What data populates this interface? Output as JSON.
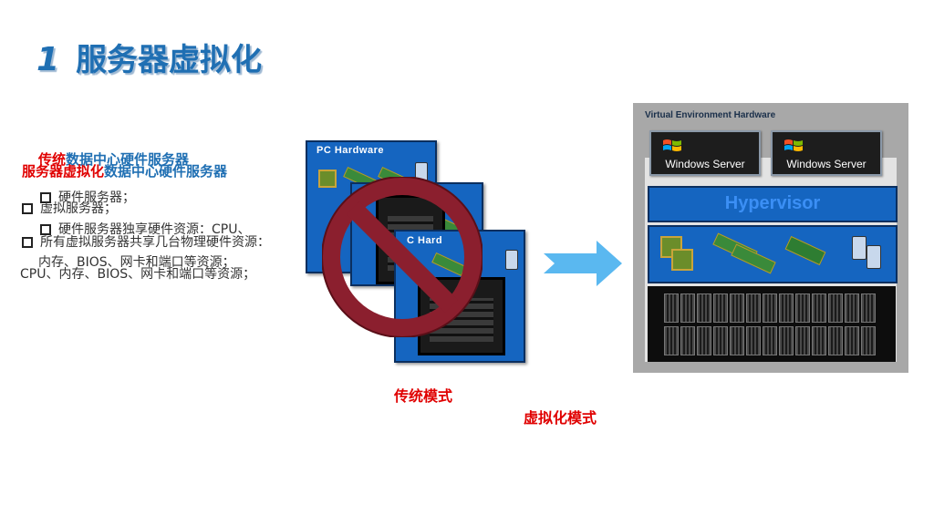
{
  "title": {
    "number": "1",
    "text": "服务器虚拟化"
  },
  "left_text": {
    "layer_traditional": {
      "heading_red": "传统",
      "heading_blue": "数据中心硬件服务器",
      "bullet1": "硬件服务器；",
      "bullet2": "硬件服务器独享硬件资源：CPU、",
      "bullet2_cont": "内存、BIOS、网卡和端口等资源；"
    },
    "layer_virtual": {
      "heading_red": "服务器虚拟化",
      "heading_blue": "数据中心硬件服务器",
      "bullet1": "虚拟服务器；",
      "bullet2": "所有虚拟服务器共享几台物理硬件资源：",
      "bullet2_cont": "CPU、内存、BIOS、网卡和端口等资源；"
    }
  },
  "pc_cards": {
    "label1": "PC  Hardware",
    "label3": "C  Hard"
  },
  "virtual_env": {
    "header": "Virtual Environment Hardware",
    "os1": "Windows Server",
    "os2": "Windows Server",
    "hypervisor": "Hypervisor"
  },
  "mode_labels": {
    "traditional": "传统模式",
    "virtualized": "虚拟化模式"
  },
  "colors": {
    "title": "#1f6fb3",
    "red": "#e00000",
    "hardware_blue": "#1565c0",
    "arrow": "#5ab8f0",
    "sign": "#8b1f2e"
  },
  "icons": [
    "prohibition-icon",
    "arrow-right-icon",
    "windows-logo-icon",
    "cpu-chip-icon",
    "ram-module-icon",
    "hard-drive-icon",
    "server-rack-image"
  ]
}
